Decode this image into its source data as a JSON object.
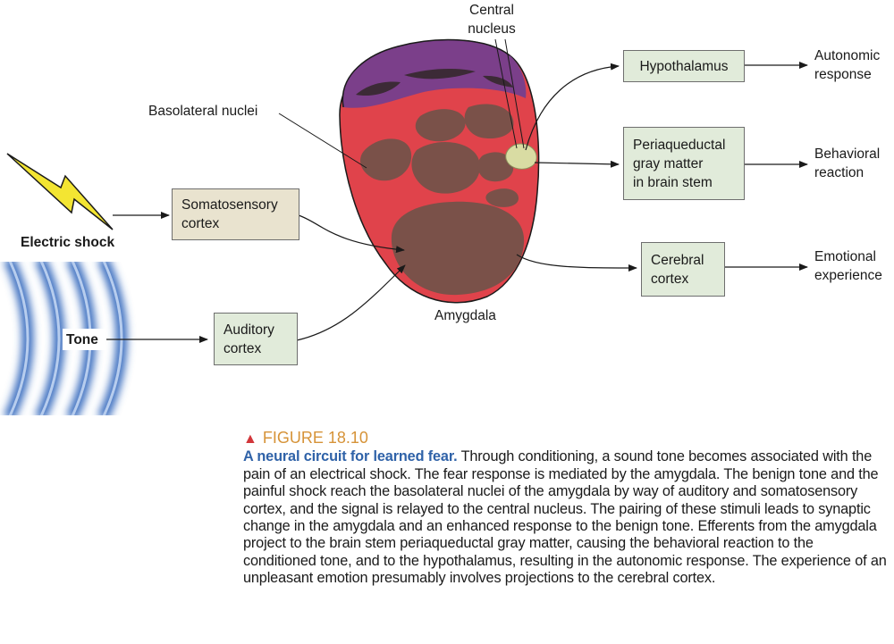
{
  "figure": {
    "number": "FIGURE 18.10",
    "title": "A neural circuit for learned fear.",
    "text": " Through conditioning, a sound tone becomes associated with the pain of an electrical shock. The fear response is mediated by the amygdala. The benign tone and the painful shock reach the basolateral nuclei of the amygdala by way of auditory and somatosensory cortex, and the signal is relayed to the central nucleus. The pairing of these stimuli leads to synaptic change in the amygdala and an enhanced response to the benign tone. Efferents from the amygdala project to the brain stem periaqueductal gray matter, causing the behavioral reaction to the conditioned tone, and to the hypothalamus, resulting in the autonomic response. The experience of an unpleasant emotion presumably involves projections to the cerebral cortex."
  },
  "labels": {
    "central_nucleus": [
      "Central",
      "nucleus"
    ],
    "basolateral": "Basolateral nuclei",
    "amygdala": "Amygdala",
    "electric_shock": "Electric shock",
    "tone": "Tone"
  },
  "boxes": {
    "somatosensory": [
      "Somatosensory",
      "cortex"
    ],
    "auditory": [
      "Auditory",
      "cortex"
    ],
    "hypothalamus": [
      "Hypothalamus"
    ],
    "pag": [
      "Periaqueductal",
      "gray matter",
      "in brain stem"
    ],
    "cerebral": [
      "Cerebral",
      "cortex"
    ]
  },
  "outputs": {
    "autonomic": [
      "Autonomic",
      "response"
    ],
    "behavioral": [
      "Behavioral",
      "reaction"
    ],
    "emotional": [
      "Emotional",
      "experience"
    ]
  },
  "colors": {
    "amygdala_red": "#e0434b",
    "basolateral_brown": "#7a5149",
    "overlay_purple": "#7b3f8a",
    "central_nucleus_green": "#d9dca3",
    "bolt_yellow": "#f3e532",
    "wave_blue": "#3d6fc0",
    "box_green": "#e1ebda",
    "box_beige": "#e9e3cf",
    "caption_blue": "#2f62a8",
    "figure_orange": "#d69338"
  }
}
